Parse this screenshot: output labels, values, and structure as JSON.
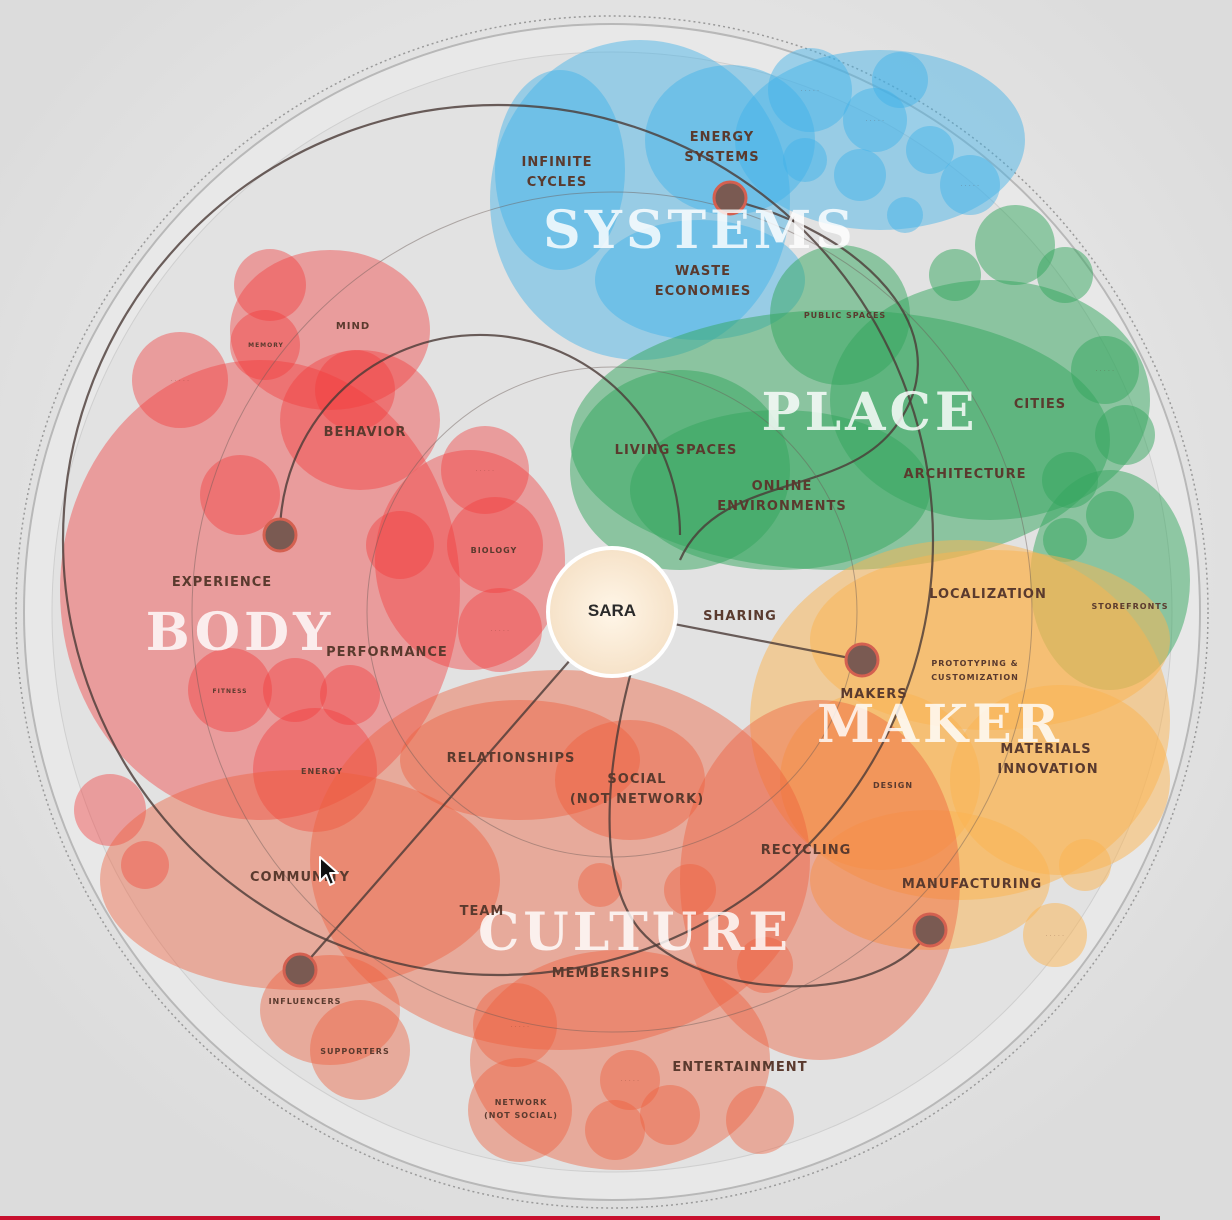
{
  "title": "",
  "center": {
    "label": "SARA"
  },
  "domains": {
    "systems": "SYSTEMS",
    "place": "PLACE",
    "body": "BODY",
    "maker": "MAKER",
    "culture": "CULTURE"
  },
  "labels": {
    "infinite_cycles_1": "INFINITE",
    "infinite_cycles_2": "CYCLES",
    "energy_systems_1": "ENERGY",
    "energy_systems_2": "SYSTEMS",
    "waste_economies_1": "WASTE",
    "waste_economies_2": "ECONOMIES",
    "public_spaces": "PUBLIC SPACES",
    "cities": "CITIES",
    "living_spaces": "LIVING SPACES",
    "online_environments_1": "ONLINE",
    "online_environments_2": "ENVIRONMENTS",
    "architecture": "ARCHITECTURE",
    "localization": "LOCALIZATION",
    "storefronts": "STOREFRONTS",
    "sharing": "SHARING",
    "prototyping_1": "PROTOTYPING &",
    "prototyping_2": "CUSTOMIZATION",
    "makers": "MAKERS",
    "materials_innovation_1": "MATERIALS",
    "materials_innovation_2": "INNOVATION",
    "design": "DESIGN",
    "manufacturing": "MANUFACTURING",
    "recycling": "RECYCLING",
    "social_not_network_1": "SOCIAL",
    "social_not_network_2": "(NOT NETWORK)",
    "relationships": "RELATIONSHIPS",
    "team": "TEAM",
    "memberships": "MEMBERSHIPS",
    "entertainment": "ENTERTAINMENT",
    "network_not_social_1": "NETWORK",
    "network_not_social_2": "(NOT SOCIAL)",
    "influencers": "INFLUENCERS",
    "supporters": "SUPPORTERS",
    "community": "COMMUNITY",
    "experience": "EXPERIENCE",
    "performance": "PERFORMANCE",
    "mind": "MIND",
    "behavior": "BEHAVIOR",
    "biology": "BIOLOGY",
    "memory": "MEMORY",
    "fitness": "FITNESS",
    "energy_body": "ENERGY"
  },
  "colors": {
    "systems": "#4ab3e6",
    "place": "#3fae6a",
    "body": "#f0504a",
    "maker": "#f9b556",
    "culture": "#ee6a4a",
    "hub_node": "#7a5a52",
    "orbit_line": "#4a3a36",
    "cursor": "#111111"
  },
  "icons": {
    "cursor": "mouse-pointer-icon"
  }
}
